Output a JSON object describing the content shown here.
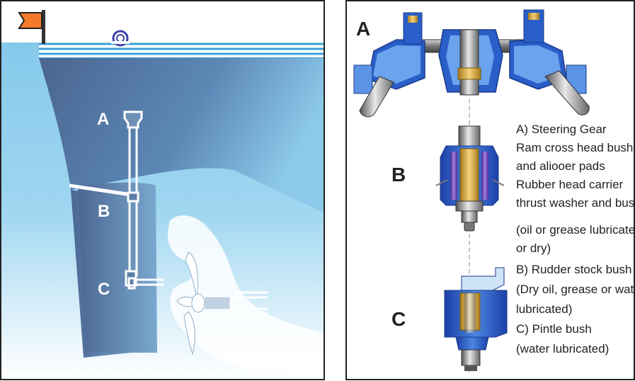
{
  "left_panel": {
    "labels": {
      "a": "A",
      "b": "B",
      "c": "C"
    }
  },
  "right_panel": {
    "labels": {
      "a": "A",
      "b": "B",
      "c": "C"
    },
    "description": [
      "A) Steering Gear",
      "Ram cross head bushes",
      "and aliooer pads",
      "Rubber head carrier",
      "thrust washer and bush",
      "(oil or grease lubricated",
      "or dry)",
      "B) Rudder stock bush",
      "(Dry oil, grease or water",
      "lubricated)",
      "C) Pintle bush",
      "(water lubricated)"
    ]
  },
  "colors": {
    "hull_dark": "#4e6c96",
    "water_top": "#8fd0ef",
    "water_bottom": "#ffffff",
    "flag": "#f47a2a",
    "deck_blue": "#3aa0d8",
    "part_blue": "#1f5fc8",
    "bronze": "#d9a93a",
    "steel": "#9a9a9a",
    "purple": "#7a54b8"
  },
  "icons": [
    "flag-icon",
    "lifebuoy-icon",
    "propeller-icon"
  ]
}
